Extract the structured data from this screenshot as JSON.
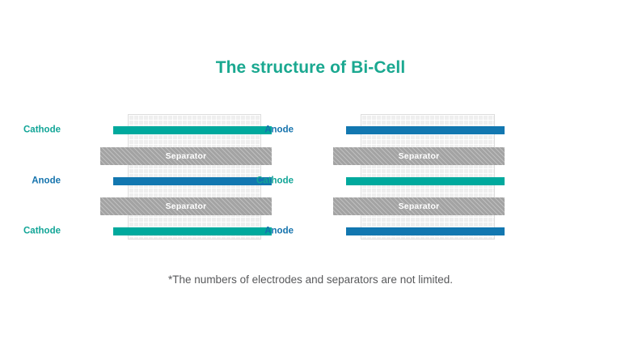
{
  "slide": {
    "title": "The structure of Bi-Cell",
    "footnote": "*The numbers of electrodes and separators are not limited.",
    "background_color": "#ffffff",
    "title_color": "#1aa890",
    "footnote_color": "#58595b"
  },
  "colors": {
    "cathode": "#00a99d",
    "anode": "#1277b0",
    "separator": "#a3a3a3",
    "cell_body": "#efefef",
    "separator_text": "#ffffff"
  },
  "diagrams": [
    {
      "name": "left-bicell",
      "layers": [
        {
          "label": "Cathode",
          "type": "electrode",
          "role": "cathode"
        },
        {
          "label": "Separator",
          "type": "separator",
          "role": "separator"
        },
        {
          "label": "Anode",
          "type": "electrode",
          "role": "anode"
        },
        {
          "label": "Separator",
          "type": "separator",
          "role": "separator"
        },
        {
          "label": "Cathode",
          "type": "electrode",
          "role": "cathode"
        }
      ]
    },
    {
      "name": "right-bicell",
      "layers": [
        {
          "label": "Anode",
          "type": "electrode",
          "role": "anode"
        },
        {
          "label": "Separator",
          "type": "separator",
          "role": "separator"
        },
        {
          "label": "Cathode",
          "type": "electrode",
          "role": "cathode"
        },
        {
          "label": "Separator",
          "type": "separator",
          "role": "separator"
        },
        {
          "label": "Anode",
          "type": "electrode",
          "role": "anode"
        }
      ]
    }
  ]
}
